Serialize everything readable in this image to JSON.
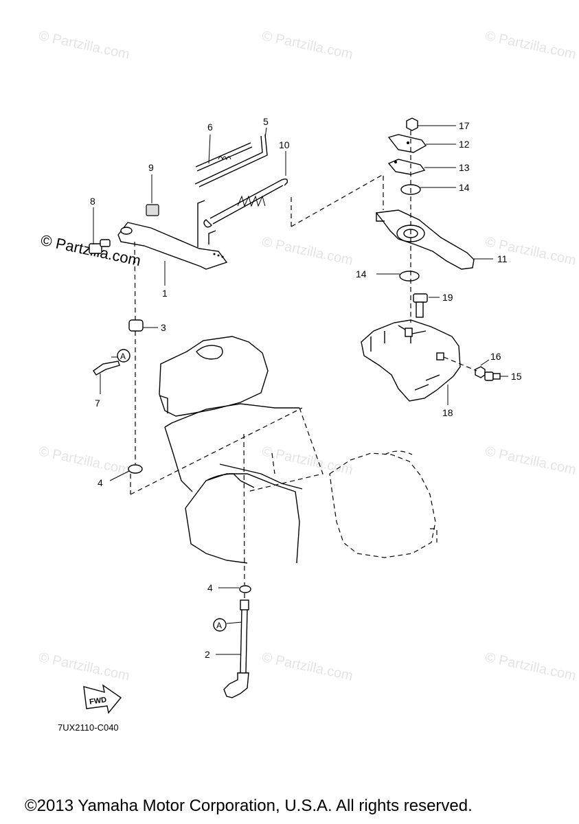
{
  "watermarks": {
    "text": "© Partzilla.com",
    "prominent_text": "© Partzilla.com"
  },
  "callouts": {
    "p1": "1",
    "p2": "2",
    "p3": "3",
    "p4a": "4",
    "p4b": "4",
    "p5": "5",
    "p6": "6",
    "p7": "7",
    "p8": "8",
    "p9": "9",
    "p10": "10",
    "p11": "11",
    "p12": "12",
    "p13": "13",
    "p14a": "14",
    "p14b": "14",
    "p15": "15",
    "p16": "16",
    "p17": "17",
    "p18": "18",
    "p19": "19",
    "refA1": "A",
    "refA2": "A"
  },
  "fwd_label": "FWD",
  "diagram_code": "7UX2110-C040",
  "copyright": "©2013 Yamaha Motor Corporation, U.S.A. All rights reserved."
}
